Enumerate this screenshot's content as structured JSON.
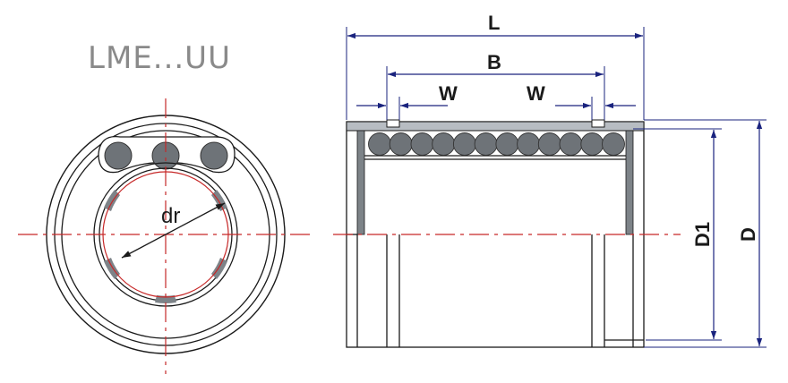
{
  "title": "LME...UU",
  "dimensions": {
    "L": "L",
    "B": "B",
    "W_left": "W",
    "W_right": "W",
    "D1": "D1",
    "D": "D",
    "dr": "dr"
  },
  "colors": {
    "dimension": "#1a237e",
    "centerline": "#c62828",
    "outline": "#1a1a1a",
    "ball": "#6e7378",
    "housing": "#b7bcc2",
    "wall": "#7d8388",
    "title": "#8a8a8a"
  }
}
